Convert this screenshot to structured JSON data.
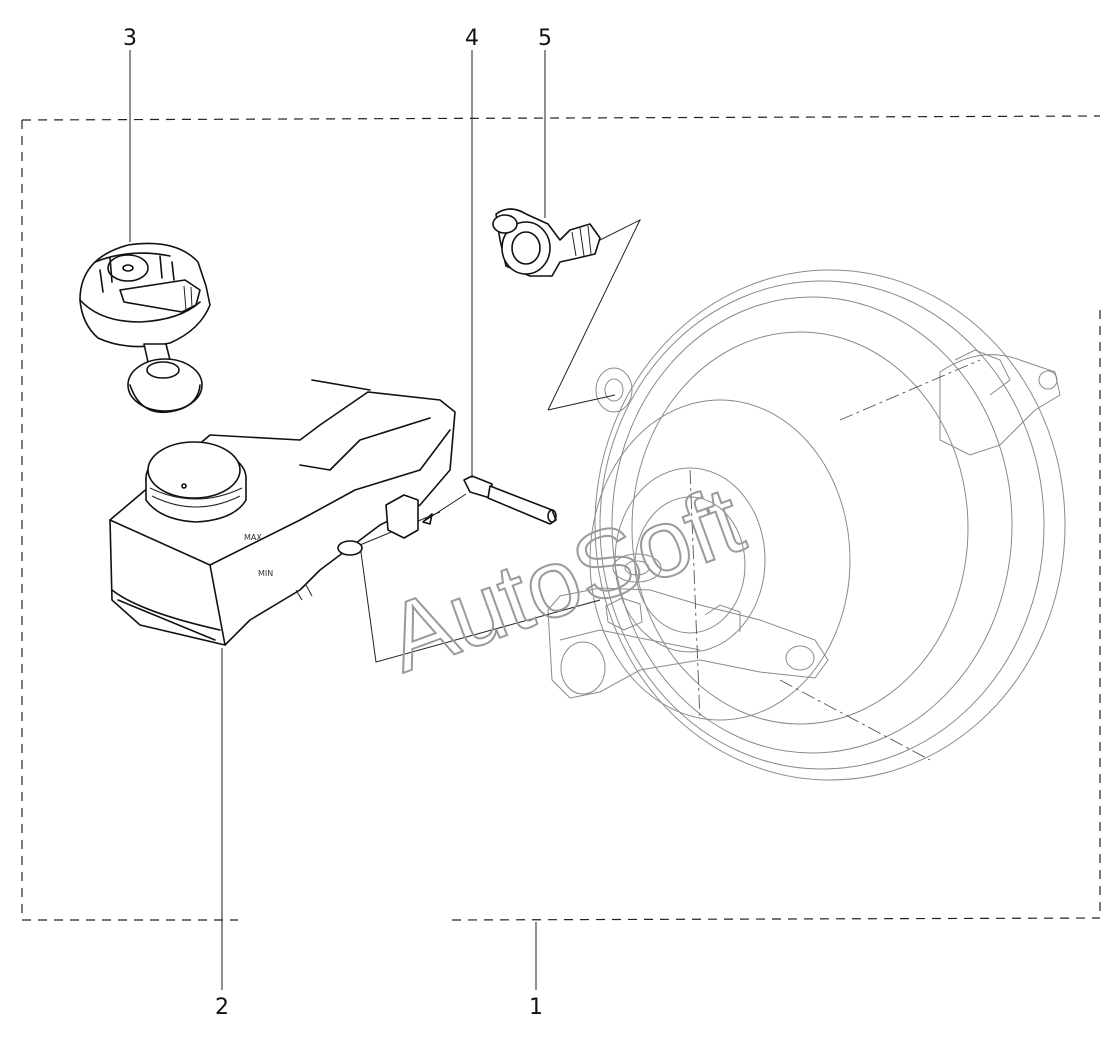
{
  "callouts": [
    {
      "id": "1",
      "label": "1"
    },
    {
      "id": "2",
      "label": "2"
    },
    {
      "id": "3",
      "label": "3"
    },
    {
      "id": "4",
      "label": "4"
    },
    {
      "id": "5",
      "label": "5"
    }
  ],
  "watermark": "AutoSoft"
}
